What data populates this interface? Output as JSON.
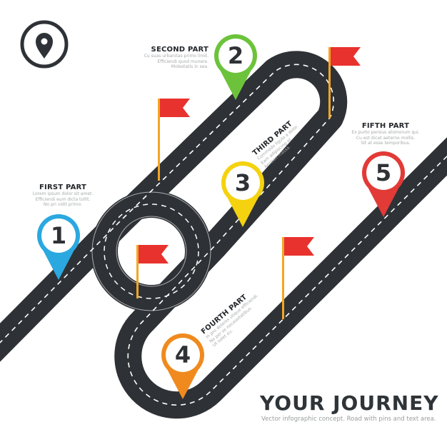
{
  "parts": [
    {
      "number": "1",
      "title": "FIRST PART",
      "lines": [
        "Lorem ipsum dolor sit amet.",
        "Efficiendi eum dicta tollit.",
        "No pri vidit primo."
      ],
      "color": "#2ba8e0"
    },
    {
      "number": "2",
      "title": "SECOND PART",
      "lines": [
        "Cu suas urbanitas primo limit.",
        "Efficiendi quod munere.",
        "Molestatis in sea."
      ],
      "color": "#6cc33b"
    },
    {
      "number": "3",
      "title": "THIRD PART",
      "lines": [
        "Commodo ligula a dolor.",
        "Eam adipiscing et.",
        "Aenean massa."
      ],
      "color": "#f4d20f"
    },
    {
      "number": "4",
      "title": "FOURTH PART",
      "lines": [
        "In pro dolores utique efficiendi.",
        "Ne per se necessitatibus.",
        "Ut solet eu."
      ],
      "color": "#f08a1e"
    },
    {
      "number": "5",
      "title": "FIFTH PART",
      "lines": [
        "Ex purto persius atomorum qui.",
        "Cu est dicat aeterno mollis.",
        "Sit at esse temporibus."
      ],
      "color": "#e23a36"
    }
  ],
  "title": "YOUR JOURNEY",
  "subtitle": "Vector infographic concept. Road with pins and text area.",
  "colors": {
    "road": "#2e3236",
    "flag": "#e8322e",
    "pole": "#f3a623"
  },
  "icons": [
    "location-pin-icon",
    "flag-icon"
  ]
}
